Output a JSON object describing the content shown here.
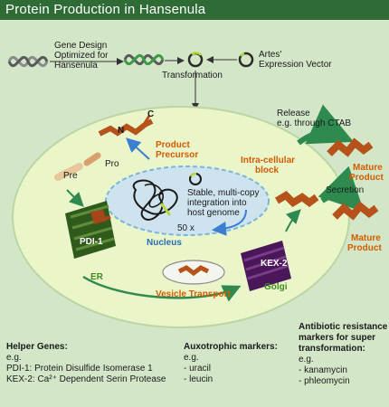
{
  "title": "Protein Production in Hansenula",
  "labels": {
    "gene_design": [
      "Gene Design",
      "Optimized for",
      "Hansenula"
    ],
    "transformation": "Transformation",
    "expression_vector": [
      "Artes'",
      "Expression Vector"
    ],
    "c_terminus": "C",
    "n_terminus": "N",
    "product_precursor": [
      "Product",
      "Precursor"
    ],
    "pro": "Pro",
    "pre": "Pre",
    "integration": [
      "Stable, multi-copy",
      "integration into",
      "host genome"
    ],
    "copies": "50 x",
    "nucleus": "Nucleus",
    "pdi": "PDI-1",
    "er": "ER",
    "vesicle_transport": "Vesicle Transport",
    "kex": "KEX-2",
    "golgi": "Golgi",
    "intra_cellular": [
      "Intra-cellular",
      "block"
    ],
    "release": [
      "Release",
      "e.g. through CTAB"
    ],
    "mature_product_1": [
      "Mature",
      "Product"
    ],
    "secretion": "Secretion",
    "mature_product_2": [
      "Mature",
      "Product"
    ]
  },
  "legend": {
    "helper_genes": {
      "heading": "Helper Genes:",
      "eg": "e.g.",
      "items": [
        "PDI-1: Protein Disulfide Isomerase 1",
        "KEX-2: Ca²⁺ Dependent Serin Protease"
      ]
    },
    "auxotrophic": {
      "heading": "Auxotrophic markers:",
      "eg": "e.g.",
      "items": [
        "- uracil",
        "- leucin"
      ]
    },
    "antibiotic": {
      "heading": [
        "Antibiotic resistance",
        "markers for super",
        "transformation:"
      ],
      "eg": "e.g.",
      "items": [
        "- kanamycin",
        "- phleomycin"
      ]
    }
  },
  "colors": {
    "title_bar": "#2f6b35",
    "panel": "#d3e6c8",
    "cell": "#eaf5c9",
    "orange_label": "#d35c00",
    "green_label": "#3f8d22",
    "blue_label": "#2b6cb5",
    "protein": "#b5531b",
    "arrow": "#2e8a4e",
    "golgi": "#5a1f6b"
  }
}
